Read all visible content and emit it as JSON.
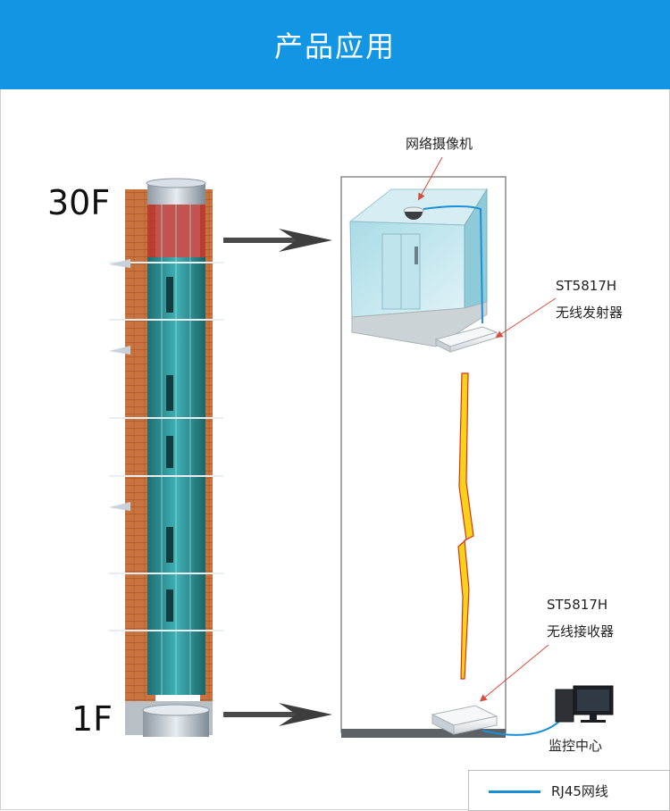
{
  "header": {
    "title": "产品应用"
  },
  "floors": {
    "top": "30F",
    "bottom": "1F"
  },
  "labels": {
    "camera": "网络摄像机",
    "transmitter_model": "ST5817H",
    "transmitter_name": "无线发射器",
    "receiver_model": "ST5817H",
    "receiver_name": "无线接收器",
    "monitor_center": "监控中心"
  },
  "legend": {
    "text": "RJ45网线"
  },
  "colors": {
    "header_bg": "#1296e3",
    "rj45_line": "#1a8fd6",
    "pointer_arrow": "#d84a3a",
    "lightning_fill": "#f7d21a",
    "lightning_stroke": "#d8331c"
  }
}
